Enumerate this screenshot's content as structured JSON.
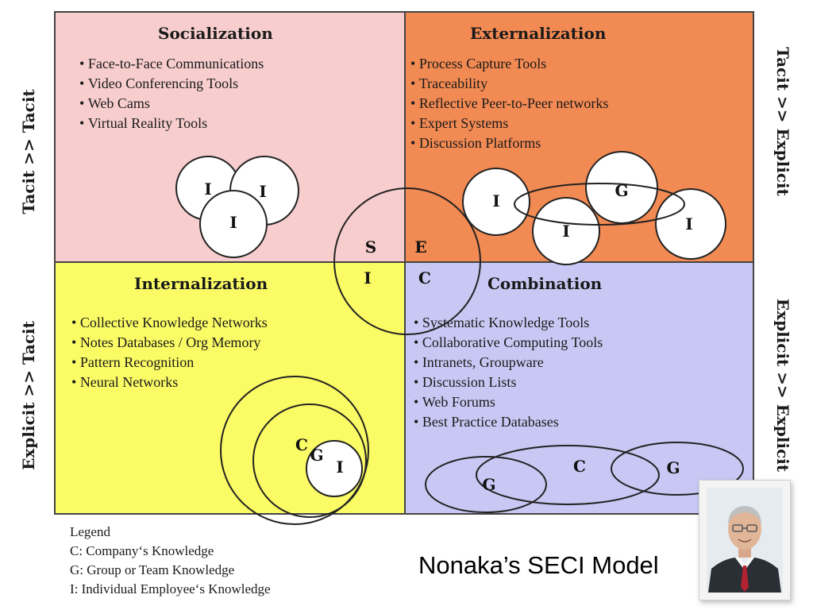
{
  "quadrants": {
    "socialization": {
      "title": "Socialization",
      "items": [
        "Face-to-Face Communications",
        "Video Conferencing Tools",
        "Web Cams",
        "Virtual Reality Tools"
      ],
      "color": "#f7cdcd"
    },
    "externalization": {
      "title": "Externalization",
      "items": [
        "Process Capture Tools",
        "Traceability",
        "Reflective Peer-to-Peer networks",
        "Expert Systems",
        "Discussion Platforms"
      ],
      "color": "#f28a53"
    },
    "internalization": {
      "title": "Internalization",
      "items": [
        "Collective Knowledge Networks",
        "Notes Databases / Org Memory",
        "Pattern Recognition",
        "Neural Networks"
      ],
      "color": "#fbfb66"
    },
    "combination": {
      "title": "Combination",
      "items": [
        "Systematic Knowledge Tools",
        "Collaborative Computing Tools",
        "Intranets, Groupware",
        "Discussion Lists",
        "Web Forums",
        "Best Practice Databases"
      ],
      "color": "#c9c8f4"
    }
  },
  "side_labels": {
    "top_left": "Tacit >> Tacit",
    "bottom_left": "Explicit >> Tacit",
    "top_right": "Tacit >> Explicit",
    "bottom_right": "Explicit >> Explicit"
  },
  "center_letters": {
    "s": "S",
    "e": "E",
    "i": "I",
    "c": "C"
  },
  "circle_labels": {
    "individual": "I",
    "group": "G",
    "company": "C"
  },
  "legend": {
    "title": "Legend",
    "items": [
      "C: Company‘s Knowledge",
      "G: Group or Team Knowledge",
      "I: Individual Employee‘s Knowledge"
    ]
  },
  "model_title": "Nonaka’s SECI Model",
  "portrait": {
    "icon": "portrait-photo-icon"
  }
}
